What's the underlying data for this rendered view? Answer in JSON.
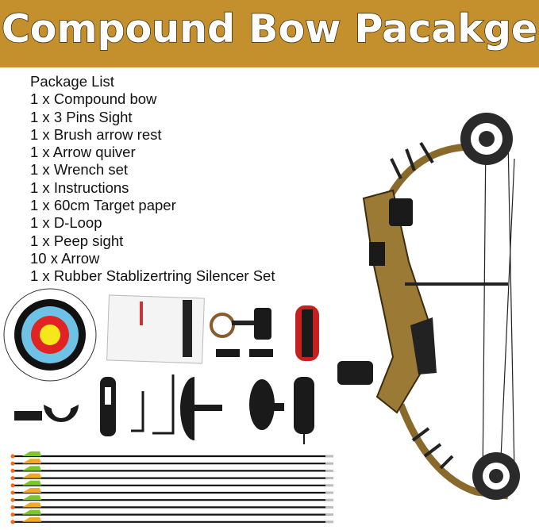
{
  "header": {
    "title": "Compound Bow Pacakge",
    "background": "#c3902d"
  },
  "package_list": {
    "heading": "Package List",
    "items": [
      "1 x Compound bow",
      "1 x 3 Pins Sight",
      "1 x Brush arrow rest",
      "1 x Arrow quiver",
      "1 x Wrench set",
      "1 x Instructions",
      "1 x 60cm Target paper",
      "1 x D-Loop",
      "1 x Peep sight",
      "10 x Arrow",
      "1 x Rubber Stablizertring Silencer Set"
    ]
  },
  "images": {
    "bow": "compound-bow-camo",
    "accessories": [
      "target-paper",
      "instructions-manual",
      "sight",
      "quiver",
      "arrow-rest",
      "wrench",
      "allen-keys",
      "stabilizer",
      "silencer"
    ],
    "arrow_count": 10
  }
}
